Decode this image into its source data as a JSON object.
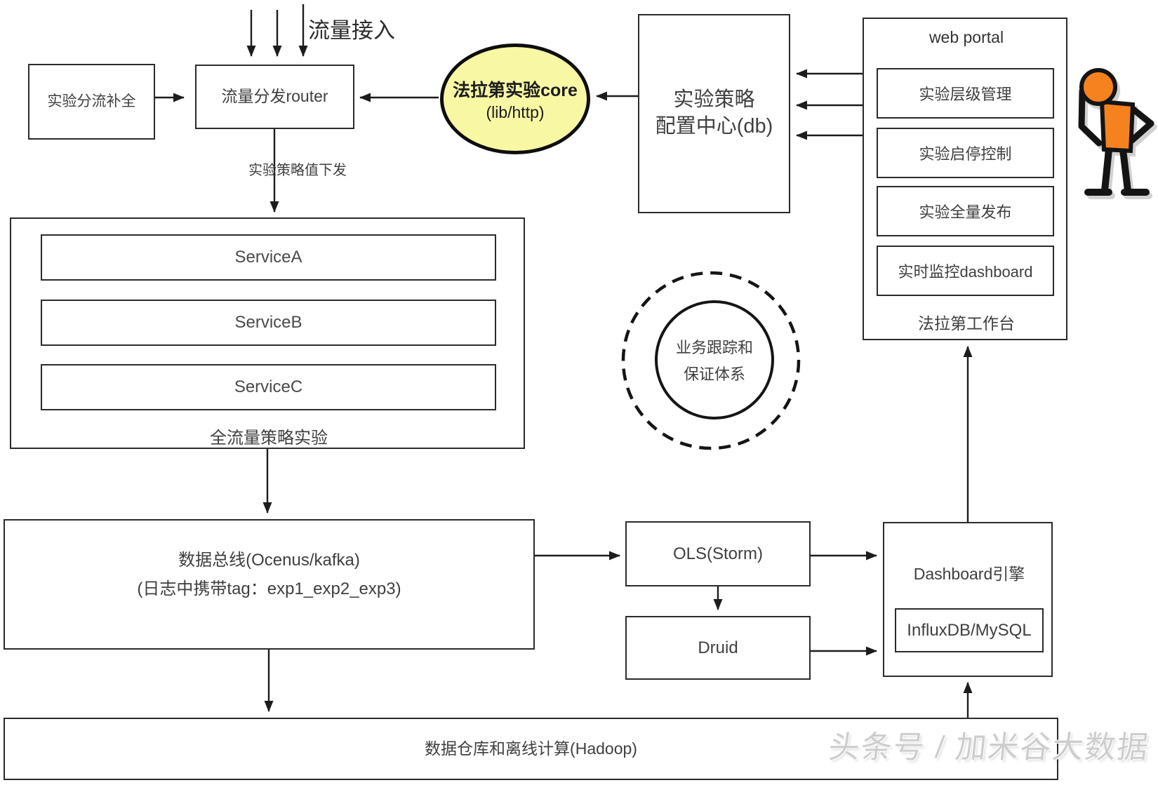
{
  "colors": {
    "core_ellipse_fill": "#f8f7a4",
    "person_orange": "#f5821f",
    "stroke_black": "#1c1c1c",
    "watermark_gray": "#cdcdcd"
  },
  "top": {
    "traffic_in_label": "流量接入",
    "split_completion": "实验分流补全",
    "router": "流量分发router",
    "policy_push_label": "实验策略值下发",
    "faraday_core_line1": "法拉第实验core",
    "faraday_core_line2": "(lib/http)",
    "config_center_line1": "实验策略",
    "config_center_line2": "配置中心(db)"
  },
  "portal": {
    "title": "web portal",
    "items": [
      {
        "label": "实验层级管理"
      },
      {
        "label": "实验启停控制"
      },
      {
        "label": "实验全量发布"
      },
      {
        "label": "实时监控dashboard"
      }
    ],
    "footer": "法拉第工作台"
  },
  "experiment": {
    "services": [
      {
        "label": "ServiceA"
      },
      {
        "label": "ServiceB"
      },
      {
        "label": "ServiceC"
      }
    ],
    "caption": "全流量策略实验"
  },
  "tracking": {
    "line1": "业务跟踪和",
    "line2": "保证体系"
  },
  "pipeline": {
    "data_bus_line1": "数据总线(Ocenus/kafka)",
    "data_bus_line2": "(日志中携带tag：exp1_exp2_exp3)",
    "ols": "OLS(Storm)",
    "druid": "Druid",
    "dashboard_engine": "Dashboard引擎",
    "dashboard_store": "InfluxDB/MySQL",
    "warehouse": "数据仓库和离线计算(Hadoop)"
  },
  "watermark": "头条号 / 加米谷大数据"
}
